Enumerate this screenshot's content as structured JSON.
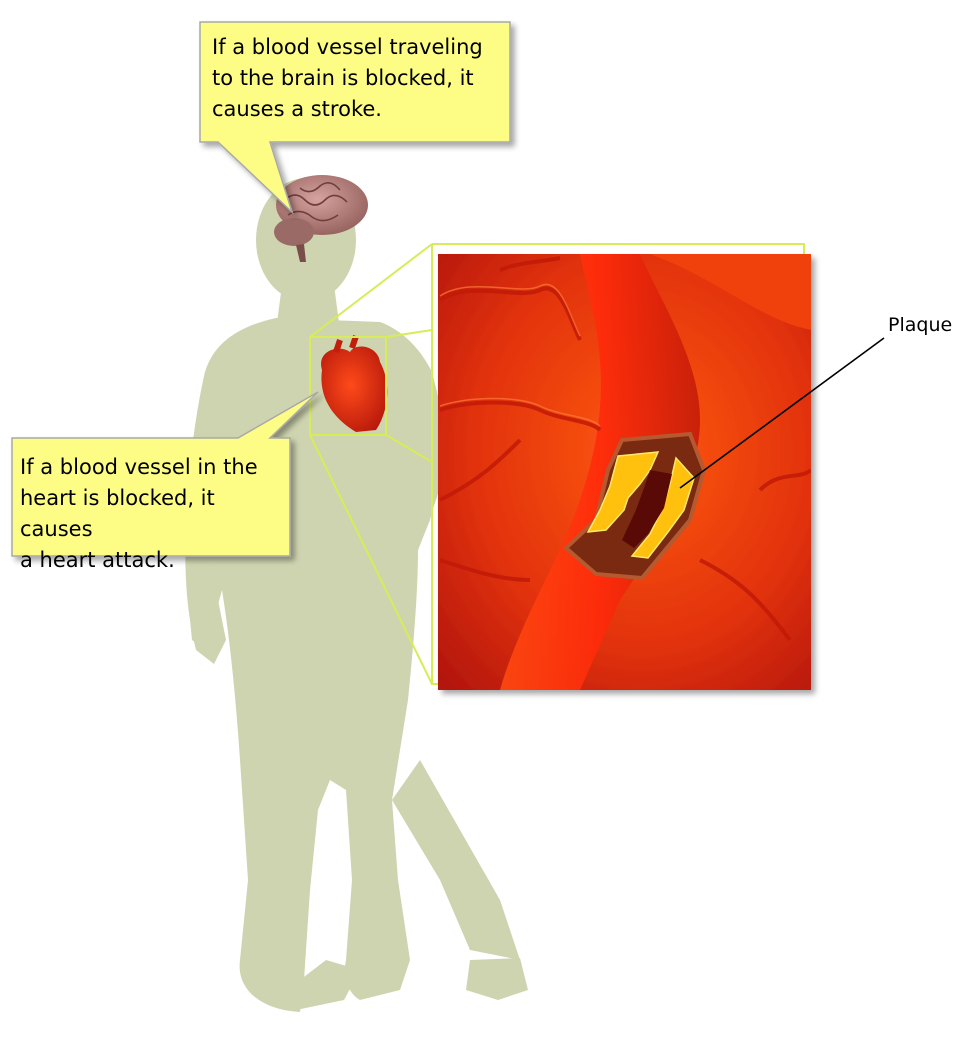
{
  "callouts": {
    "brain": "If a blood vessel traveling\nto the brain is blocked, it\ncauses a stroke.",
    "heart": "If a blood vessel in the\nheart is blocked, it causes\na heart attack."
  },
  "labels": {
    "plaque": "Plaque"
  },
  "colors": {
    "silhouette": "#cfd4b0",
    "callout_fill": "#fdfd86",
    "callout_border": "#a8a8a8",
    "zoom_lines": "#d7ec57",
    "artery": "#e83a0a",
    "plaque": "#ffc10e"
  }
}
